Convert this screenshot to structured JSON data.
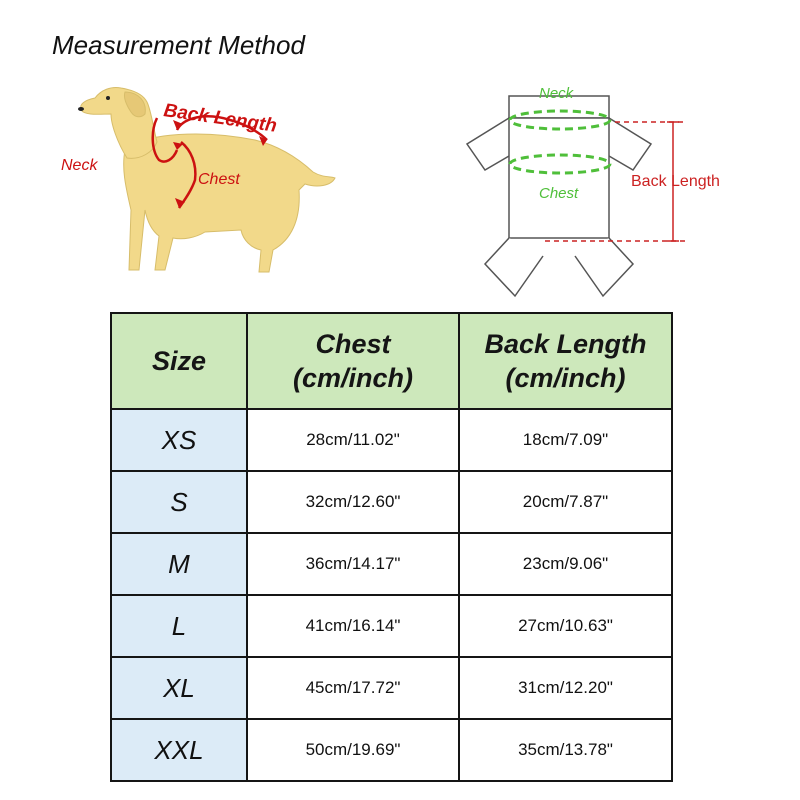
{
  "title": "Measurement Method",
  "dog_diagram": {
    "labels": {
      "back_length": "Back Length",
      "neck": "Neck",
      "chest": "Chest"
    },
    "colors": {
      "body": "#f2d98a",
      "arrows": "#cc1111"
    }
  },
  "garment_diagram": {
    "labels": {
      "neck": "Neck",
      "chest": "Chest",
      "back_length": "Back Length"
    },
    "colors": {
      "outline": "#555555",
      "neck_chest": "#4fbf3a",
      "back_length": "#cc2222"
    }
  },
  "table": {
    "headers": {
      "size": "Size",
      "chest": {
        "line1": "Chest",
        "line2": "(cm/inch)"
      },
      "back_length": {
        "line1": "Back Length",
        "line2": "(cm/inch)"
      }
    },
    "rows": [
      {
        "size": "XS",
        "chest": "28cm/11.02\"",
        "back_length": "18cm/7.09\""
      },
      {
        "size": "S",
        "chest": "32cm/12.60\"",
        "back_length": "20cm/7.87\""
      },
      {
        "size": "M",
        "chest": "36cm/14.17\"",
        "back_length": "23cm/9.06\""
      },
      {
        "size": "L",
        "chest": "41cm/16.14\"",
        "back_length": "27cm/10.63\""
      },
      {
        "size": "XL",
        "chest": "45cm/17.72\"",
        "back_length": "31cm/12.20\""
      },
      {
        "size": "XXL",
        "chest": "50cm/19.69\"",
        "back_length": "35cm/13.78\""
      }
    ],
    "colors": {
      "header_bg": "#cde8bb",
      "size_col_bg": "#dcebf7",
      "border": "#151515"
    }
  }
}
